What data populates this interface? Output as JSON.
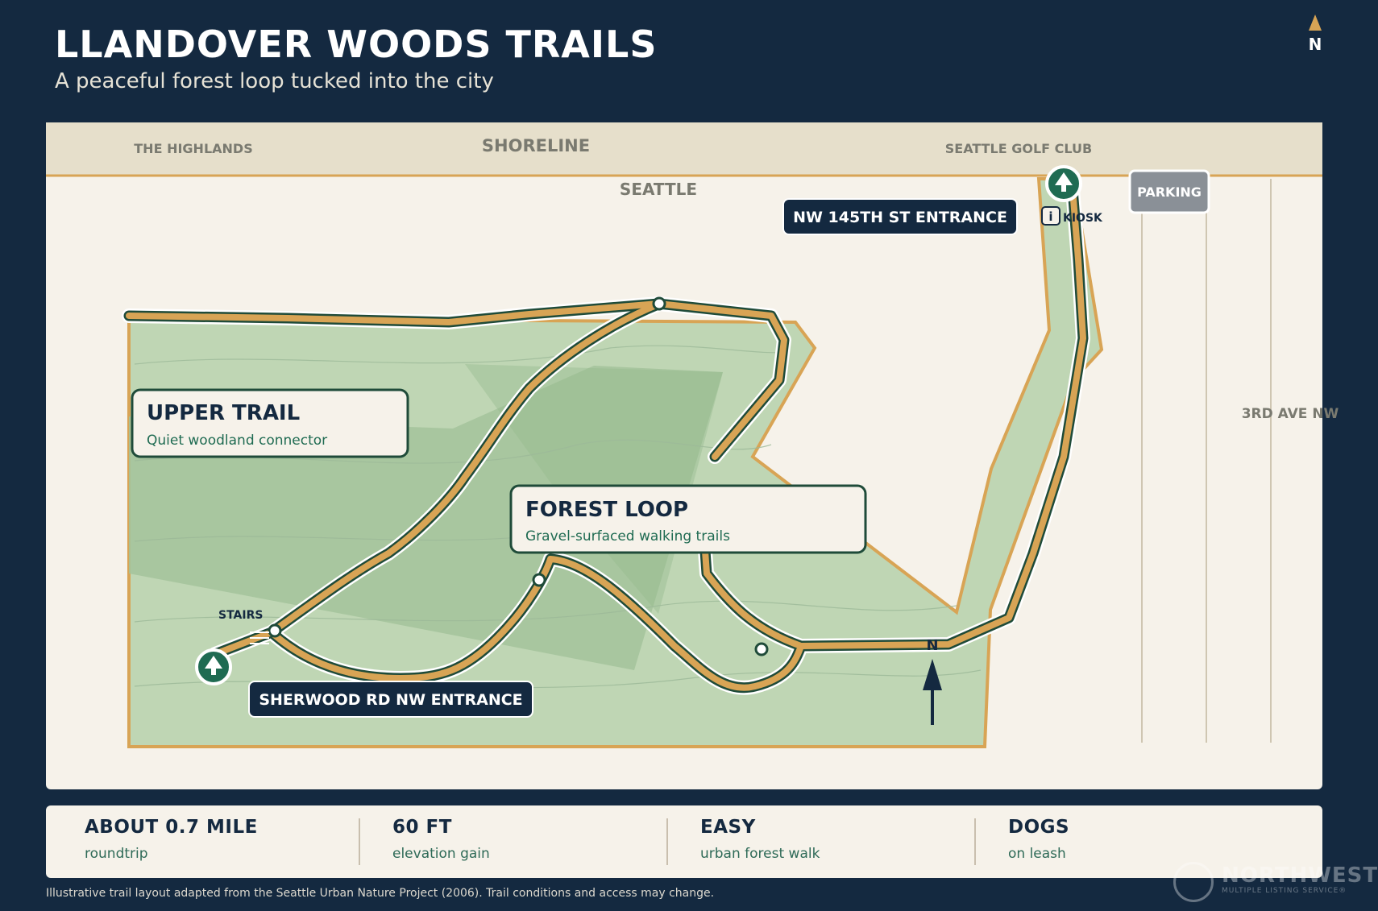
{
  "header": {
    "title": "LLANDOVER WOODS TRAILS",
    "subtitle": "A peaceful forest loop tucked into the city"
  },
  "compass": {
    "label": "N",
    "icon": "north-arrow-icon"
  },
  "map": {
    "areas": {
      "highlands": "THE HIGHLANDS",
      "shoreline": "SHORELINE",
      "golf_club": "SEATTLE GOLF CLUB",
      "seattle": "SEATTLE",
      "street": "3RD AVE NW"
    },
    "parking": "PARKING",
    "kiosk": {
      "icon_glyph": "i",
      "label": "KIOSK"
    },
    "stairs": "STAIRS",
    "north_marker": "N",
    "entrances": {
      "north": "NW 145TH ST ENTRANCE",
      "south": "SHERWOOD RD NW ENTRANCE"
    },
    "callouts": {
      "upper": {
        "title": "UPPER TRAIL",
        "desc": "Quiet woodland connector"
      },
      "forest": {
        "title": "FOREST LOOP",
        "desc": "Gravel-surfaced walking trails"
      }
    }
  },
  "stats": [
    {
      "value": "ABOUT 0.7 MILE",
      "label": "roundtrip"
    },
    {
      "value": "60 FT",
      "label": "elevation gain"
    },
    {
      "value": "EASY",
      "label": "urban forest walk"
    },
    {
      "value": "DOGS",
      "label": "on leash"
    }
  ],
  "footnote": "Illustrative trail layout adapted from the Seattle Urban Nature Project (2006). Trail conditions and access may change.",
  "watermark": {
    "name": "NORTHWEST",
    "sub": "MULTIPLE LISTING SERVICE®"
  },
  "colors": {
    "background": "#142940",
    "map_bg": "#f6f2ea",
    "forest": "#bfd6b4",
    "forest_dark": "#a3c39b",
    "trail": "#d8a455",
    "trail_edge": "#1f4b39",
    "accent_green": "#1f6b52"
  }
}
